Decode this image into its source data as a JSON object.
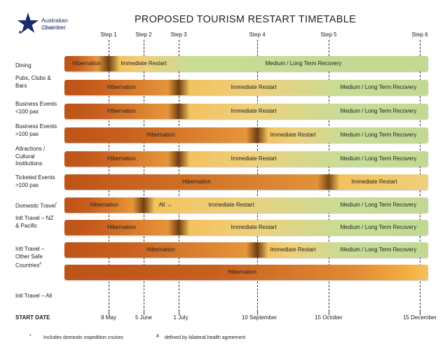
{
  "header": {
    "title": "PROPOSED TOURISM RESTART TIMETABLE",
    "org_line1": "Australian Chamber",
    "org_line2": "tourism"
  },
  "steps": [
    {
      "label": "Step 1"
    },
    {
      "label": "Step 2"
    },
    {
      "label": "Step 3"
    },
    {
      "label": "Step 4"
    },
    {
      "label": "Step 5"
    },
    {
      "label": "Step 6"
    }
  ],
  "start_date_label": "START DATE",
  "dates": [
    "8 May",
    "5 June",
    "1 July",
    "10 September",
    "15 October",
    "15 December"
  ],
  "phases": {
    "hibernation": "Hibernation",
    "immediate": "Immediate Restart",
    "medium": "Medium / Long Term Recovery",
    "all": "All →"
  },
  "rows": [
    {
      "label_lines": [
        "Dining"
      ],
      "hib_end_step": 1,
      "imm_end_step": 3
    },
    {
      "label_lines": [
        "Pubs, Clubs &",
        "Bars"
      ],
      "hib_end_step": 3,
      "imm_end_step": 5
    },
    {
      "label_lines": [
        "Business Events",
        "<100 pax"
      ],
      "hib_end_step": 3,
      "imm_end_step": 5
    },
    {
      "label_lines": [
        "Business Events",
        ">100 pax"
      ],
      "hib_end_step": 4,
      "imm_end_step": 5
    },
    {
      "label_lines": [
        "Attractions /",
        "Cultural",
        "Institutions"
      ],
      "hib_end_step": 3,
      "imm_end_step": 5
    },
    {
      "label_lines": [
        "Ticketed Events",
        ">100 pax"
      ],
      "hib_end_step": 5,
      "imm_end_step": 6
    },
    {
      "label_lines": [
        "Domestic Travel"
      ],
      "label_mark": "*",
      "hib_end_step": 2,
      "imm_end_step": 5,
      "all_segment": true
    },
    {
      "label_lines": [
        "Intl Travel – NZ",
        "& Pacific"
      ],
      "hib_end_step": 3,
      "imm_end_step": 5
    },
    {
      "label_lines": [
        "Intl Travel –",
        "Other Safe",
        "Countries"
      ],
      "label_mark": "#",
      "hib_end_step": 4,
      "imm_end_step": 5
    },
    {
      "label_lines": [
        "Intl Travel – All"
      ],
      "hib_end_step": 6,
      "imm_end_step": 6
    }
  ],
  "footnotes": [
    {
      "mark": "*",
      "text": "Includes domestic expedition cruises"
    },
    {
      "mark": "#",
      "text": "defined by bilateral health agreement"
    }
  ],
  "colors": {
    "hibernation": "#c75f1e",
    "transition": "#f3c25e",
    "restart": "#eed07c",
    "recovery": "#c8dc95"
  }
}
